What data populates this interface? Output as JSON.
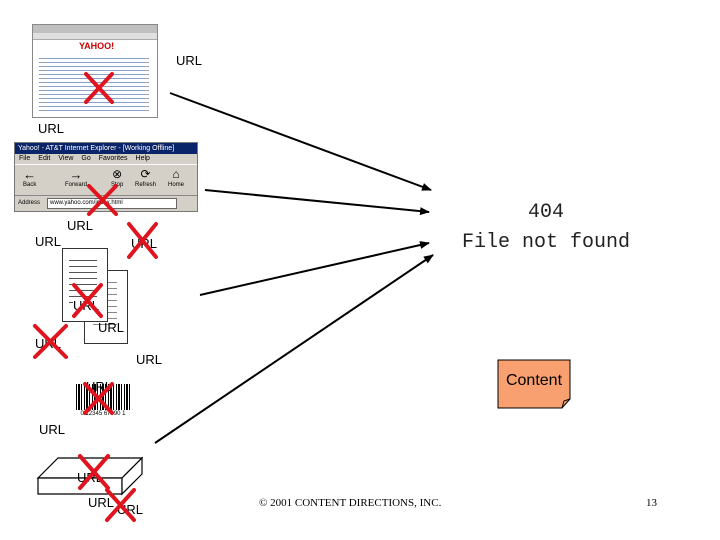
{
  "labels": {
    "url_browser_small": "URL",
    "url_browser_window": "URL",
    "url_doc_top": "URL",
    "url_doc_left": "URL",
    "url_doc_right": "URL",
    "url_doc_mid": "URL",
    "url_doc_back": "URL",
    "url_doc_bottom": "URL",
    "url_barcode_top": "URL",
    "url_barcode_mid": "URL",
    "url_box_left": "URL",
    "url_box_on": "URL",
    "url_box_bottom_a": "URL",
    "url_box_bottom_b": "URL"
  },
  "browser_window": {
    "title": "Yahoo! - AT&T Internet Explorer - [Working Offline]",
    "menu": [
      "File",
      "Edit",
      "View",
      "Go",
      "Favorites",
      "Help"
    ],
    "toolbar": [
      "Back",
      "Forward",
      "Stop",
      "Refresh",
      "Home"
    ],
    "address_label": "Address",
    "address_value": "www.yahoo.com/index.html"
  },
  "browser_small": {
    "logo": "YAHOO!"
  },
  "barcode": {
    "digits": "0 12345 67890 1"
  },
  "error": {
    "line1": "404",
    "line2": "File not found"
  },
  "content_box": {
    "label": "Content"
  },
  "footer": {
    "copyright": "© 2001 CONTENT DIRECTIONS, INC.",
    "page": "13"
  },
  "colors": {
    "cross": "#e0141e",
    "content_fill": "#f9a070",
    "titlebar": "#0a246a"
  }
}
